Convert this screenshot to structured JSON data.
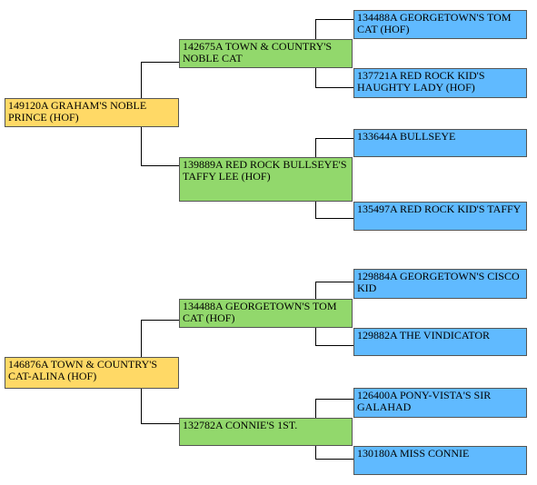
{
  "colors": {
    "gen0": "#ffd966",
    "gen1": "#92d86c",
    "gen2": "#60baff",
    "line": "#000000"
  },
  "pedigrees": [
    {
      "subject": "149120A GRAHAM'S NOBLE PRINCE (HOF)",
      "sire": "142675A TOWN & COUNTRY'S NOBLE CAT",
      "sire_sire": "134488A GEORGETOWN'S TOM CAT (HOF)",
      "sire_dam": "137721A RED ROCK KID'S HAUGHTY LADY (HOF)",
      "dam": "139889A RED ROCK BULLSEYE'S TAFFY LEE (HOF)",
      "dam_sire": "133644A BULLSEYE",
      "dam_dam": "135497A RED ROCK KID'S TAFFY"
    },
    {
      "subject": "146876A TOWN & COUNTRY'S CAT-ALINA (HOF)",
      "sire": "134488A GEORGETOWN'S TOM CAT (HOF)",
      "sire_sire": "129884A GEORGETOWN'S CISCO KID",
      "sire_dam": "129882A THE VINDICATOR",
      "dam": "132782A CONNIE'S 1ST.",
      "dam_sire": "126400A PONY-VISTA'S SIR GALAHAD",
      "dam_dam": "130180A MISS CONNIE"
    }
  ]
}
